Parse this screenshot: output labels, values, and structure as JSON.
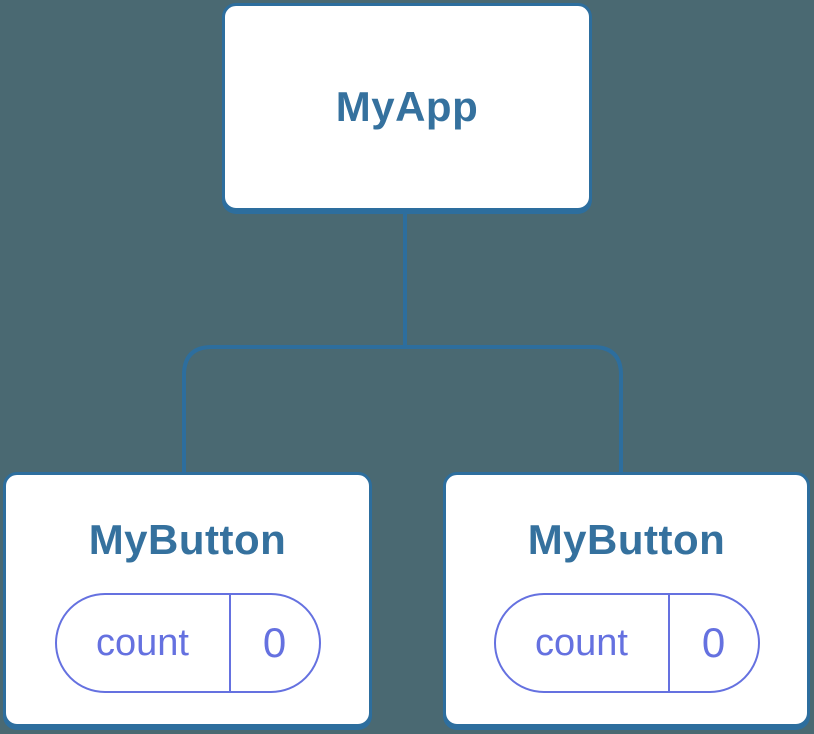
{
  "diagram": {
    "type": "component-tree",
    "background_color": "#4a6972",
    "node_fill_color": "#ffffff",
    "node_border_color": "#2d6e9e",
    "title_color": "#35719e",
    "connector_color": "#2d6e9e",
    "state_accent_color": "#6571e0",
    "root": {
      "label": "MyApp"
    },
    "children": [
      {
        "label": "MyButton",
        "state": {
          "key": "count",
          "value": "0"
        }
      },
      {
        "label": "MyButton",
        "state": {
          "key": "count",
          "value": "0"
        }
      }
    ]
  }
}
